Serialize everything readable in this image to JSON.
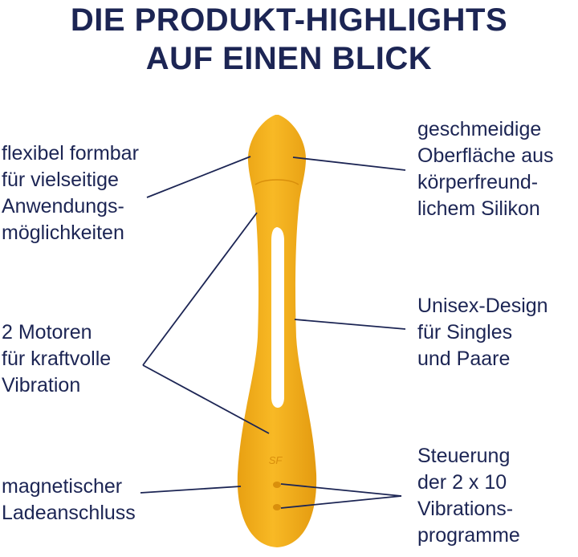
{
  "heading": {
    "line1": "DIE PRODUKT-HIGHLIGHTS",
    "line2": "AUF EINEN BLICK"
  },
  "features": {
    "flexible": [
      "flexibel formbar",
      "für vielseitige",
      "Anwendungs-",
      "möglichkeiten"
    ],
    "surface": [
      "geschmeidige",
      "Oberfläche aus",
      "körperfreund-",
      "lichem Silikon"
    ],
    "motors": [
      "2 Motoren",
      "für kraftvolle",
      "Vibration"
    ],
    "unisex": [
      "Unisex-Design",
      "für Singles",
      "und Paare"
    ],
    "charging": [
      "magnetischer",
      "Ladeanschluss"
    ],
    "control": [
      "Steuerung",
      "der 2 x 10",
      "Vibrations-",
      "programme"
    ]
  },
  "product": {
    "logo": "SF"
  },
  "colors": {
    "navy": "#1c2554",
    "product_orange": "#f5b01e",
    "product_shadow": "#e39a12"
  }
}
